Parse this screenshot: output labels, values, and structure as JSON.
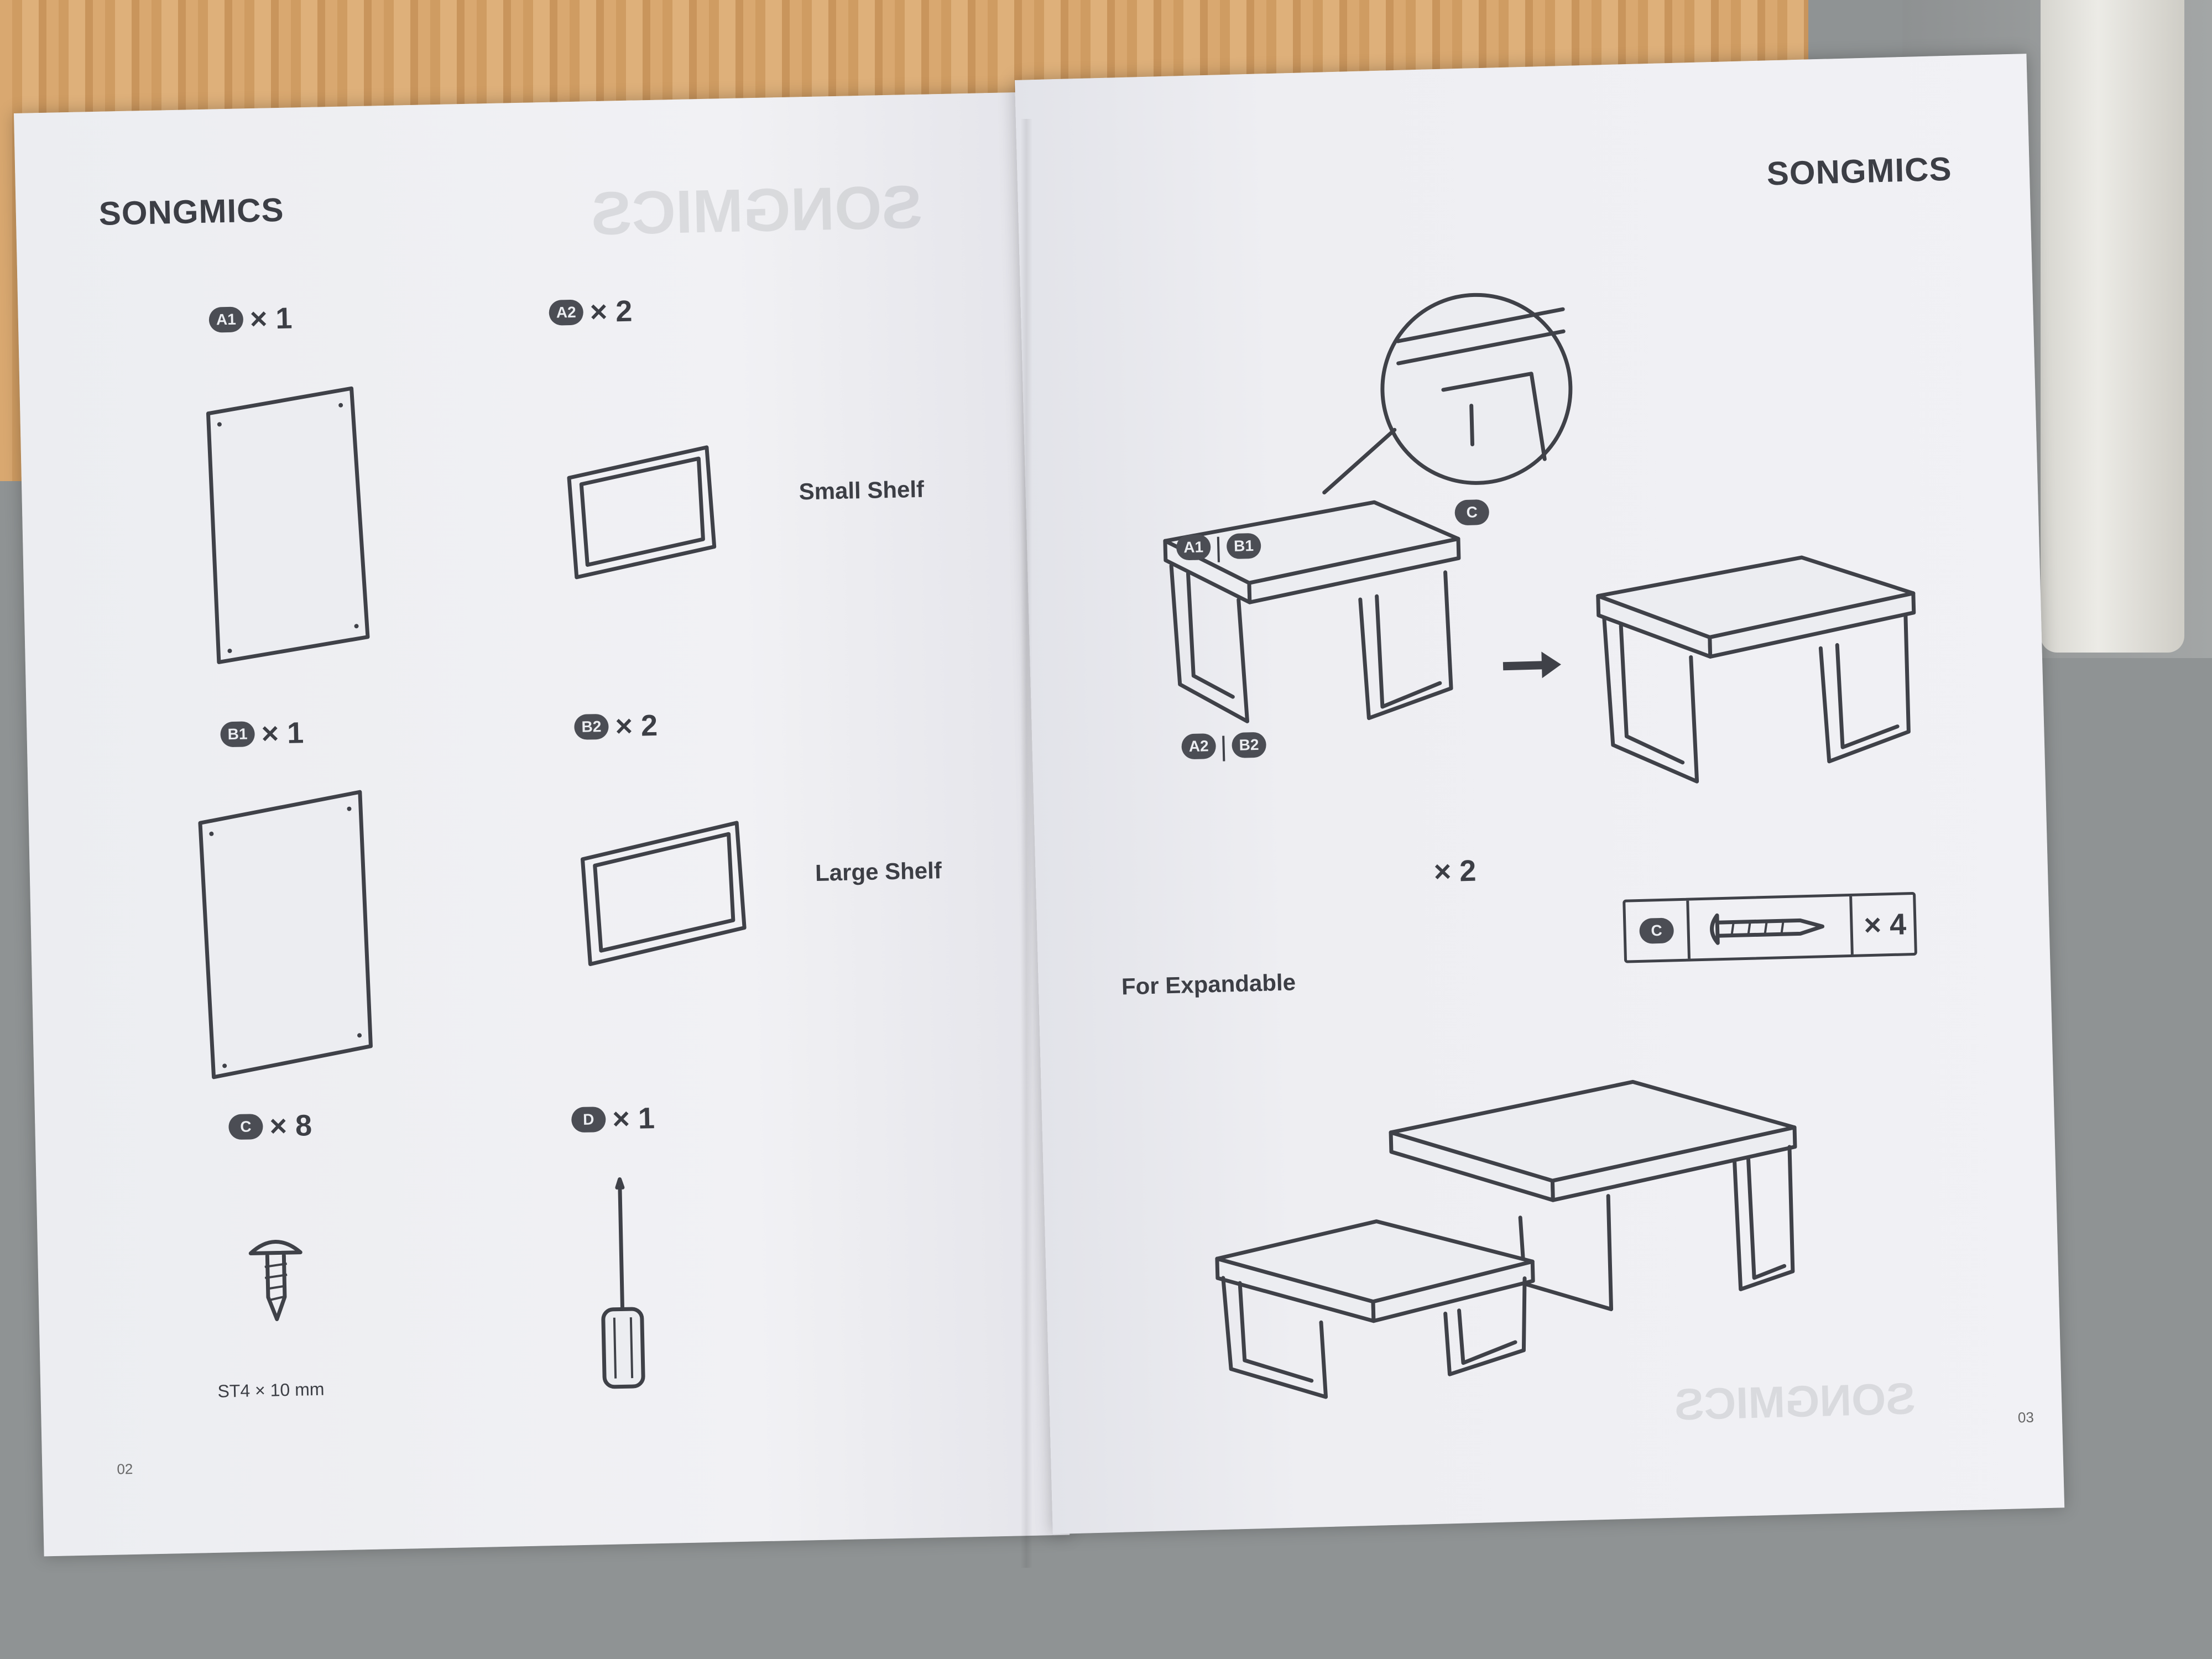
{
  "brand": "SONGMICS",
  "left_page": {
    "parts": [
      {
        "id": "A1",
        "qty": "× 1"
      },
      {
        "id": "A2",
        "qty": "× 2"
      },
      {
        "id": "B1",
        "qty": "× 1"
      },
      {
        "id": "B2",
        "qty": "× 2"
      },
      {
        "id": "C",
        "qty": "× 8"
      },
      {
        "id": "D",
        "qty": "× 1"
      }
    ],
    "small_shelf_label": "Small Shelf",
    "large_shelf_label": "Large Shelf",
    "screw_spec": "ST4 × 10 mm",
    "page_number": "02"
  },
  "right_page": {
    "labels": {
      "a1": "A1",
      "b1": "B1",
      "a2": "A2",
      "b2": "B2",
      "c": "C"
    },
    "multiplier": "× 2",
    "screw_box": {
      "id": "C",
      "qty": "× 4"
    },
    "expand_label": "For Expandable",
    "page_number": "03"
  },
  "colors": {
    "ink": "#3f4148",
    "paper": "#eeeef2",
    "wood": "#d9a870"
  }
}
